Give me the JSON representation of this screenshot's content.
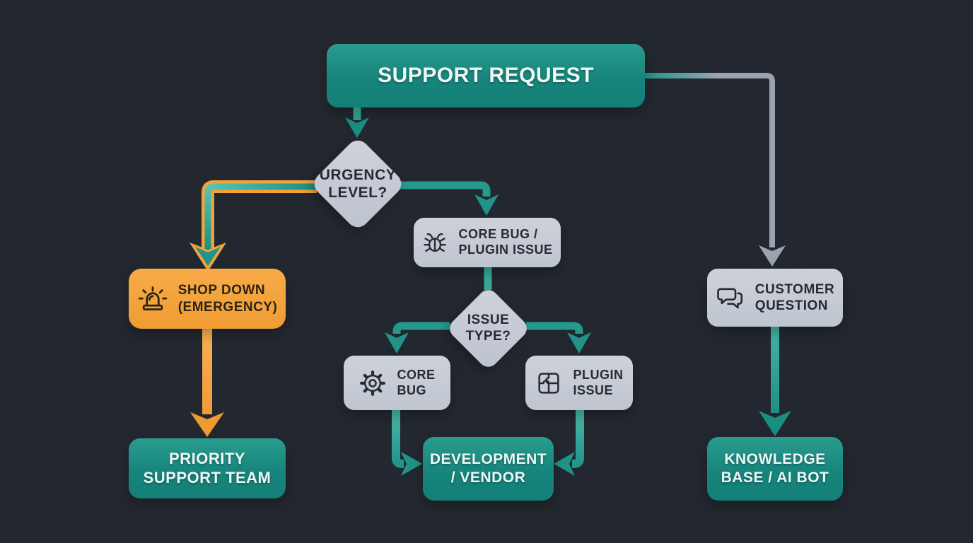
{
  "title": "Support request routing flowchart",
  "colors": {
    "background": "#232830",
    "teal": "#19877d",
    "teal_light": "#4fc0ae",
    "teal_dark": "#15827a",
    "gray_node": "#c4c9d3",
    "arrow_gray": "#9aa3ae",
    "orange": "#f5a43e",
    "text_light": "#eef7f4",
    "text_dark": "#262b33"
  },
  "nodes": {
    "support_request": {
      "lines": [
        "SUPPORT REQUEST"
      ],
      "shape": "rounded-box",
      "color": "teal"
    },
    "urgency": {
      "lines": [
        "URGENCY",
        "LEVEL?"
      ],
      "shape": "diamond",
      "color": "gray"
    },
    "shop_down": {
      "lines": [
        "SHOP DOWN",
        "(EMERGENCY)"
      ],
      "icon": "siren-icon",
      "shape": "rounded-box",
      "color": "orange"
    },
    "core_bug_plugin": {
      "lines": [
        "CORE BUG /",
        "PLUGIN ISSUE"
      ],
      "icon": "bug-icon",
      "shape": "rounded-box",
      "color": "gray"
    },
    "issue_type": {
      "lines": [
        "ISSUE",
        "TYPE?"
      ],
      "shape": "diamond",
      "color": "gray"
    },
    "core_bug": {
      "lines": [
        "CORE",
        "BUG"
      ],
      "icon": "gear-icon",
      "shape": "rounded-box",
      "color": "gray"
    },
    "plugin_issue": {
      "lines": [
        "PLUGIN",
        "ISSUE"
      ],
      "icon": "puzzle-icon",
      "shape": "rounded-box",
      "color": "gray"
    },
    "development_vendor": {
      "lines": [
        "DEVELOPMENT",
        "/ VENDOR"
      ],
      "shape": "rounded-box",
      "color": "teal"
    },
    "customer_question": {
      "lines": [
        "CUSTOMER",
        "QUESTION"
      ],
      "icon": "chat-icon",
      "shape": "rounded-box",
      "color": "gray"
    },
    "knowledge_base": {
      "lines": [
        "KNOWLEDGE",
        "BASE / AI BOT"
      ],
      "shape": "rounded-box",
      "color": "teal"
    },
    "priority_support": {
      "lines": [
        "PRIORITY",
        "SUPPORT TEAM"
      ],
      "shape": "rounded-box",
      "color": "teal"
    }
  },
  "edges": [
    {
      "from": "support_request",
      "to": "urgency",
      "color": "teal"
    },
    {
      "from": "urgency",
      "to": "shop_down",
      "color": "teal-with-orange-outline"
    },
    {
      "from": "urgency",
      "to": "core_bug_plugin",
      "color": "teal"
    },
    {
      "from": "core_bug_plugin",
      "to": "issue_type",
      "color": "teal"
    },
    {
      "from": "issue_type",
      "to": "core_bug",
      "color": "teal"
    },
    {
      "from": "issue_type",
      "to": "plugin_issue",
      "color": "teal"
    },
    {
      "from": "core_bug",
      "to": "development_vendor",
      "color": "teal"
    },
    {
      "from": "plugin_issue",
      "to": "development_vendor",
      "color": "teal"
    },
    {
      "from": "support_request",
      "to": "customer_question",
      "color": "gray"
    },
    {
      "from": "customer_question",
      "to": "knowledge_base",
      "color": "teal"
    },
    {
      "from": "shop_down",
      "to": "priority_support",
      "color": "orange"
    }
  ]
}
